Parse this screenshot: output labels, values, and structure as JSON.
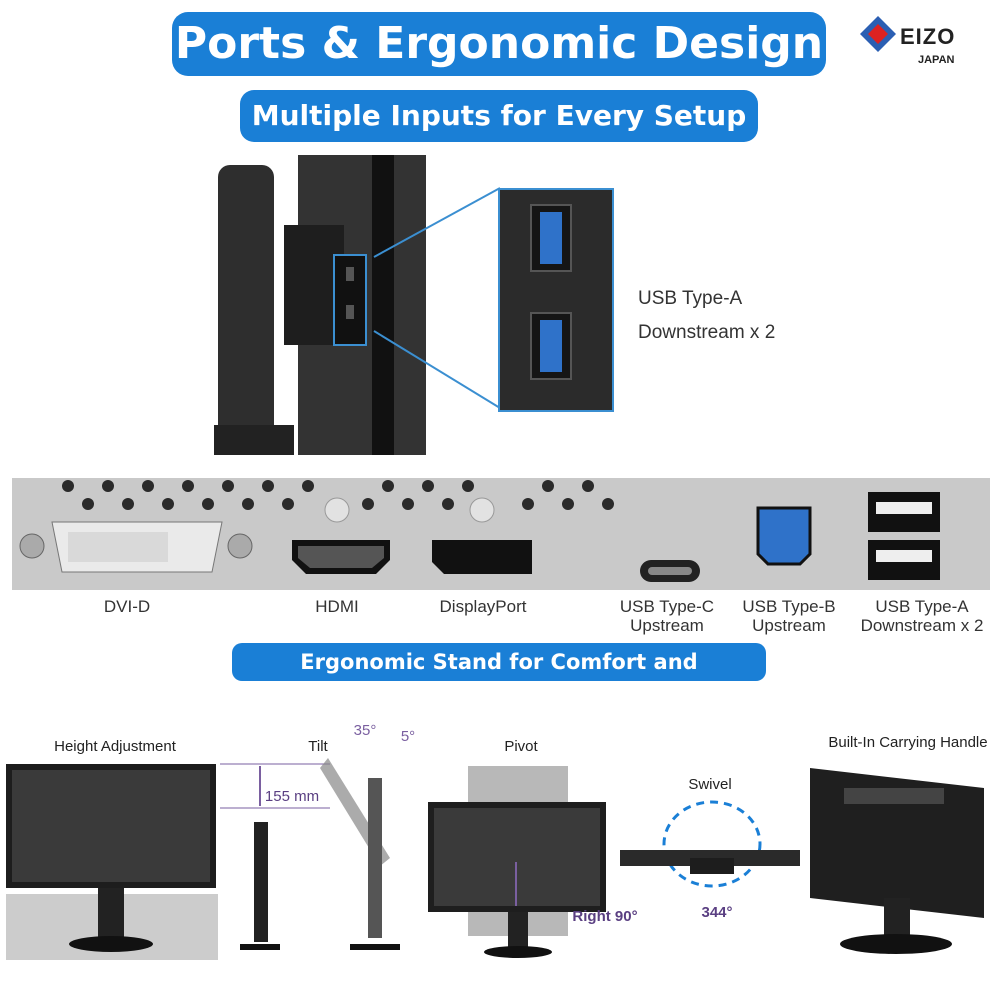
{
  "header": {
    "title": "Ports & Ergonomic Design",
    "subtitle_inputs": "Multiple Inputs for Every Setup",
    "subtitle_stand": "Ergonomic Stand for Comfort and Convenience"
  },
  "logo": {
    "brand": "EIZO",
    "region": "JAPAN"
  },
  "side_callout": {
    "line1": "USB Type-A",
    "line2": "Downstream x 2"
  },
  "ports": [
    {
      "label": "DVI-D",
      "label2": ""
    },
    {
      "label": "HDMI",
      "label2": ""
    },
    {
      "label": "DisplayPort",
      "label2": ""
    },
    {
      "label": "USB Type-C",
      "label2": "Upstream"
    },
    {
      "label": "USB Type-B",
      "label2": "Upstream"
    },
    {
      "label": "USB Type-A",
      "label2": "Downstream x 2"
    }
  ],
  "ergonomics": {
    "height": {
      "label": "Height Adjustment",
      "value": "155 mm"
    },
    "tilt": {
      "label": "Tilt",
      "back": "35°",
      "forward": "5°"
    },
    "pivot": {
      "label": "Pivot",
      "value": "Right 90°"
    },
    "swivel": {
      "label": "Swivel",
      "value": "344°"
    },
    "handle": {
      "label": "Built-In Carrying Handle"
    }
  },
  "colors": {
    "accent": "#1a7fd6",
    "usb_blue": "#2f72c9",
    "panel": "#c9c9c9",
    "dimension": "#7a5fa0"
  }
}
